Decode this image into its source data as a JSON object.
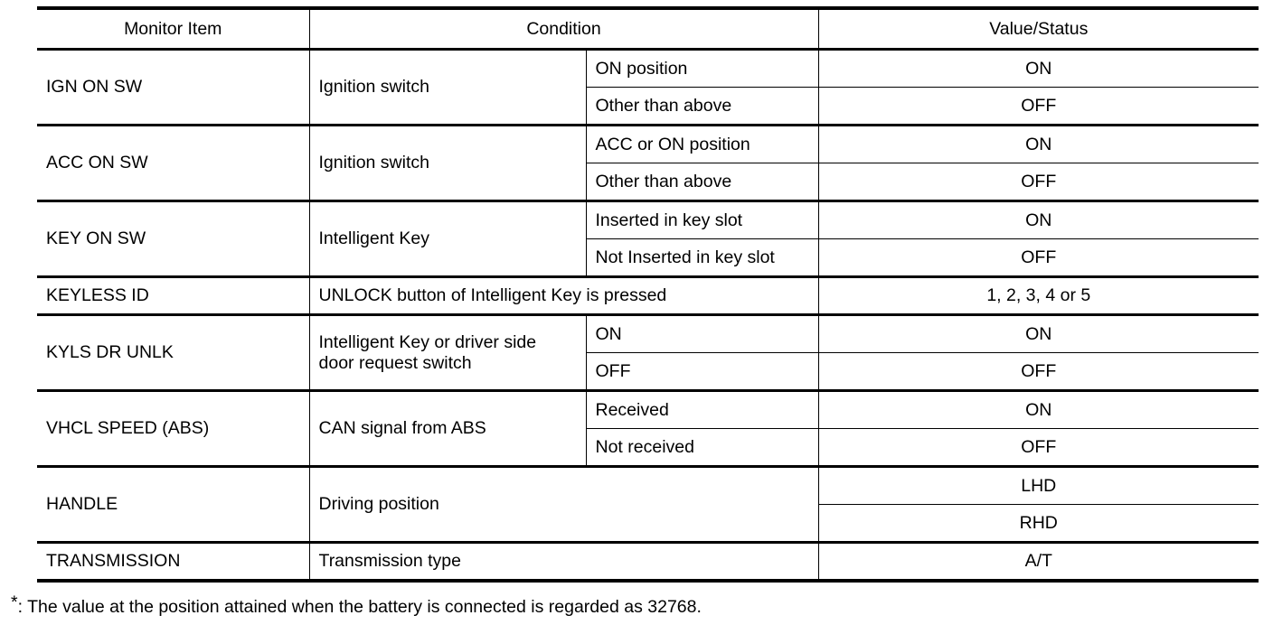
{
  "table": {
    "headers": {
      "monitor_item": "Monitor Item",
      "condition": "Condition",
      "value_status": "Value/Status"
    },
    "rows": [
      {
        "item": "IGN ON SW",
        "condition": "Ignition switch",
        "subrows": [
          {
            "sub": "ON position",
            "value": "ON"
          },
          {
            "sub": "Other than above",
            "value": "OFF"
          }
        ]
      },
      {
        "item": "ACC ON SW",
        "condition": "Ignition switch",
        "subrows": [
          {
            "sub": "ACC or ON position",
            "value": "ON"
          },
          {
            "sub": "Other than above",
            "value": "OFF"
          }
        ]
      },
      {
        "item": "KEY ON SW",
        "condition": "Intelligent Key",
        "subrows": [
          {
            "sub": "Inserted in key slot",
            "value": "ON"
          },
          {
            "sub": "Not Inserted in key slot",
            "value": "OFF"
          }
        ]
      },
      {
        "item": "KEYLESS ID",
        "condition": "UNLOCK button of Intelligent Key is pressed",
        "subrows": [
          {
            "sub": null,
            "value": "1, 2, 3, 4 or 5"
          }
        ]
      },
      {
        "item": "KYLS DR UNLK",
        "condition": "Intelligent Key or driver side door request switch",
        "subrows": [
          {
            "sub": "ON",
            "value": "ON"
          },
          {
            "sub": "OFF",
            "value": "OFF"
          }
        ]
      },
      {
        "item": "VHCL SPEED (ABS)",
        "condition": "CAN signal from ABS",
        "subrows": [
          {
            "sub": "Received",
            "value": "ON"
          },
          {
            "sub": "Not received",
            "value": "OFF"
          }
        ]
      },
      {
        "item": "HANDLE",
        "condition": "Driving position",
        "subrows": [
          {
            "sub": null,
            "value": "LHD"
          },
          {
            "sub": null,
            "value": "RHD"
          }
        ]
      },
      {
        "item": "TRANSMISSION",
        "condition": "Transmission type",
        "subrows": [
          {
            "sub": null,
            "value": "A/T"
          }
        ]
      }
    ]
  },
  "footnote": {
    "marker": "*",
    "text": ": The value at the position attained when the battery is connected is regarded as 32768."
  }
}
